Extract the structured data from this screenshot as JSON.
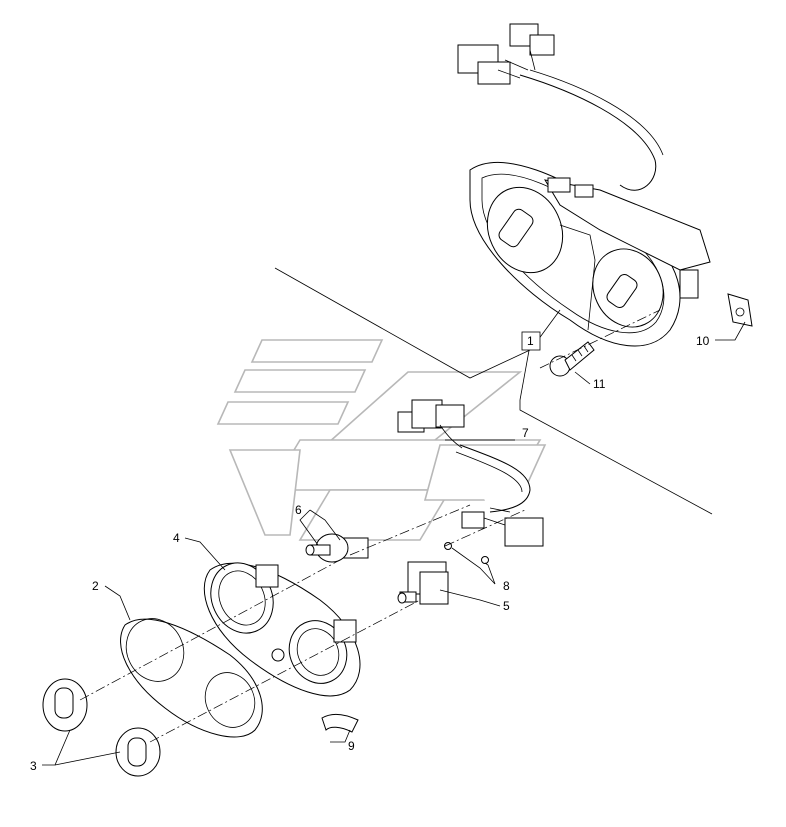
{
  "diagram": {
    "callouts": [
      {
        "id": "1",
        "label": "1",
        "boxed": true
      },
      {
        "id": "2",
        "label": "2"
      },
      {
        "id": "3",
        "label": "3"
      },
      {
        "id": "4",
        "label": "4"
      },
      {
        "id": "5",
        "label": "5"
      },
      {
        "id": "6",
        "label": "6"
      },
      {
        "id": "7",
        "label": "7"
      },
      {
        "id": "8",
        "label": "8"
      },
      {
        "id": "9",
        "label": "9"
      },
      {
        "id": "10",
        "label": "10"
      },
      {
        "id": "11",
        "label": "11"
      }
    ],
    "watermark": "tractor-logo",
    "colors": {
      "line": "#000000",
      "watermark": "#b8b8b8",
      "background": "#ffffff"
    }
  }
}
